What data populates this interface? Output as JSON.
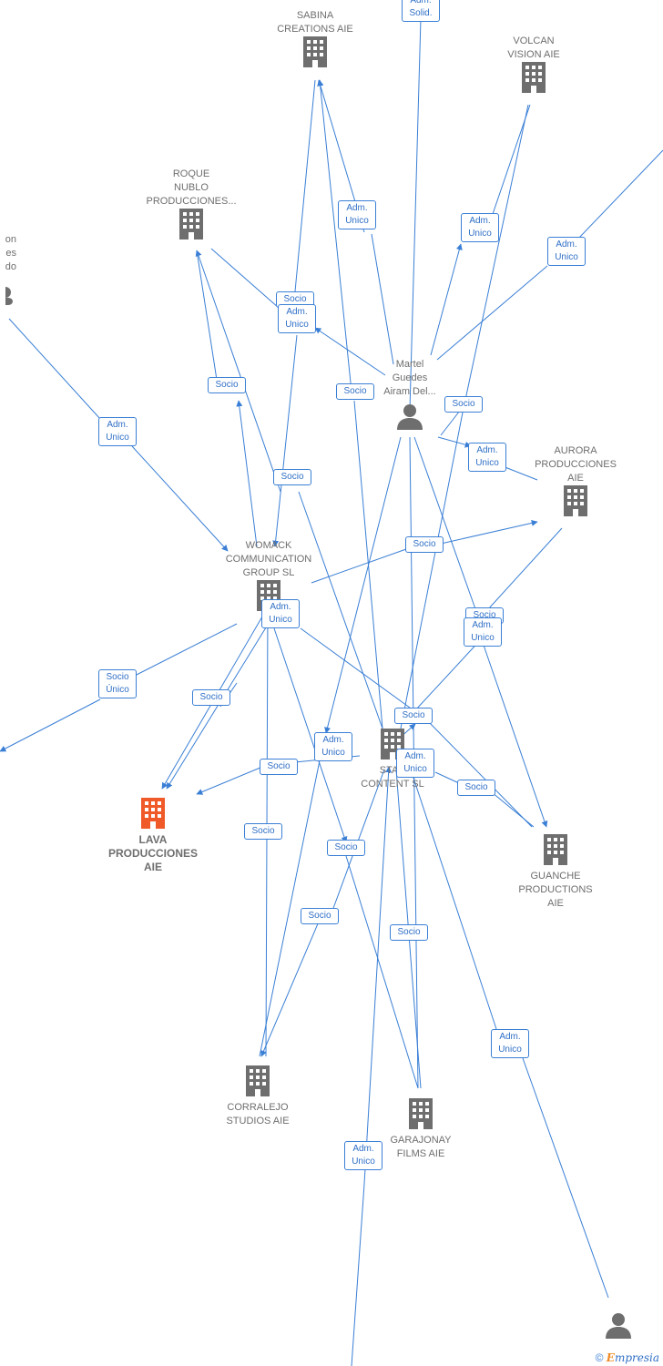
{
  "colors": {
    "edge": "#3a7fd5",
    "node": "#6e6e6e",
    "main_node": "#f05a28",
    "label_border": "#3a7fd5"
  },
  "nodes": {
    "sabina": {
      "label": "SABINA\nCREATIONS AIE",
      "icon": "building-icon"
    },
    "volcan": {
      "label": "VOLCAN\nVISION AIE",
      "icon": "building-icon"
    },
    "roque": {
      "label": "ROQUE\nNUBLO\nPRODUCCIONES...",
      "icon": "building-icon"
    },
    "partial_left": {
      "label": "on\nes\ndo",
      "icon": "person-icon"
    },
    "martel": {
      "label": "Martel\nGuedes\nAiram Del...",
      "icon": "person-icon"
    },
    "aurora": {
      "label": "AURORA\nPRODUCCIONES\nAIE",
      "icon": "building-icon"
    },
    "womack": {
      "label": "WOMACK\nCOMMUNICATION\nGROUP SL",
      "icon": "building-icon"
    },
    "lava": {
      "label": "LAVA\nPRODUCCIONES\nAIE",
      "icon": "building-icon"
    },
    "star": {
      "label": "STAR\nCONTENT SL",
      "icon": "building-icon"
    },
    "guanche": {
      "label": "GUANCHE\nPRODUCTIONS\nAIE",
      "icon": "building-icon"
    },
    "corralejo": {
      "label": "CORRALEJO\nSTUDIOS AIE",
      "icon": "building-icon"
    },
    "garajonay": {
      "label": "GARAJONAY\nFILMS AIE",
      "icon": "building-icon"
    },
    "person_br": {
      "label": "",
      "icon": "person-icon"
    }
  },
  "edge_labels": {
    "top_solid": "Adm.\nSolid.",
    "sabina_adm": "Adm.\nUnico",
    "volcan_adm": "Adm.\nUnico",
    "topright_adm": "Adm.\nUnico",
    "roque_socio": "Socio",
    "roque_adm": "Adm.\nUnico",
    "roque_socio2": "Socio",
    "martel_socio1": "Socio",
    "martel_socio2": "Socio",
    "aurora_adm": "Adm.\nUnico",
    "left_adm": "Adm.\nUnico",
    "womack_socio_up": "Socio",
    "aurora_socio": "Socio",
    "womack_adm": "Adm.\nUnico",
    "socio_unico": "Socio\nÚnico",
    "lava_socio": "Socio",
    "star_socio_r": "Socio",
    "aurora_socio2": "Socio",
    "guanche_adm": "Adm.\nUnico",
    "adm_mid": "Adm.\nUnico",
    "adm_star": "Adm.\nUnico",
    "lava_socio2": "Socio",
    "guanche_socio": "Socio",
    "corr_socio": "Socio",
    "star_socio_d": "Socio",
    "corr_socio2": "Socio",
    "gara_socio": "Socio",
    "br_adm": "Adm.\nUnico",
    "bottom_adm": "Adm.\nUnico"
  },
  "footer": {
    "copyright": "©",
    "brand": "mpresia",
    "brand_initial": "E"
  }
}
